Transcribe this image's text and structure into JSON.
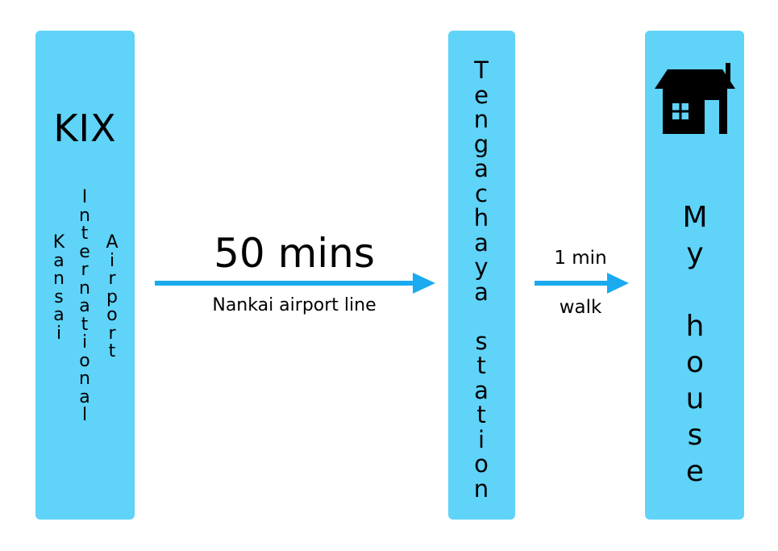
{
  "origin": {
    "code": "KIX",
    "name_words": [
      "Kansai",
      "International",
      "Airport"
    ]
  },
  "segment1": {
    "time": "50 mins",
    "route": "Nankai airport line"
  },
  "station": {
    "name": "Tengachaya station"
  },
  "segment2": {
    "time": "1 min",
    "route": "walk"
  },
  "destination": {
    "name": "My house",
    "icon": "house-icon"
  },
  "colors": {
    "pillar": "#5fd3f8",
    "arrow": "#1aaaf0",
    "text": "#000000"
  }
}
